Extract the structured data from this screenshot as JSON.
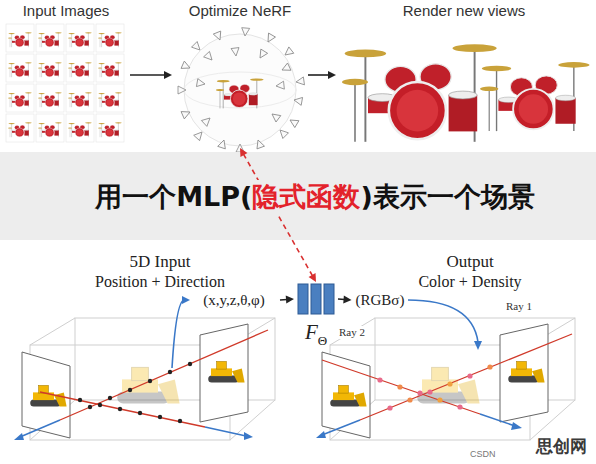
{
  "diagram": {
    "nodes": [
      {
        "text": [
          "Input Images"
        ]
      },
      {
        "text": [
          "Optimize NeRF"
        ]
      },
      {
        "text": [
          "Render new views"
        ]
      },
      {
        "text": [
          "用一个MLP(",
          "隐式函数",
          ")表示一个场景"
        ]
      },
      {
        "text": [
          "5D Input",
          "Position + Direction"
        ]
      },
      {
        "text": [
          "(x,y,z,θ,φ)"
        ]
      },
      {
        "text": [
          "F",
          "Θ"
        ]
      },
      {
        "text": [
          "(RGBσ)"
        ]
      },
      {
        "text": [
          "Output",
          "Color + Density"
        ]
      }
    ],
    "edges": [
      {
        "from": 0,
        "to": 1,
        "arrow": "to"
      },
      {
        "from": 1,
        "to": 2,
        "arrow": "to"
      },
      {
        "from": 1,
        "to": 6,
        "arrow": "both"
      },
      {
        "from": 5,
        "to": 6,
        "arrow": "to"
      },
      {
        "from": 6,
        "to": 7,
        "arrow": "to"
      }
    ],
    "labels": [
      "Ray 1",
      "Ray 2",
      "思创网",
      "CSDN"
    ]
  }
}
